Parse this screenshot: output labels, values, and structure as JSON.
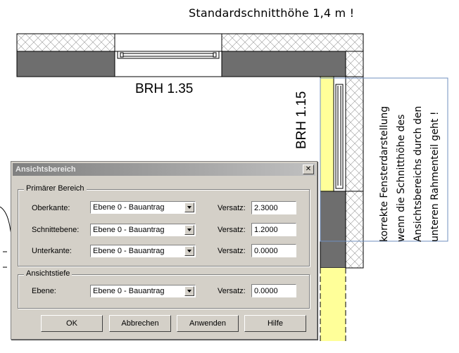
{
  "annotations": {
    "top_note": "Standardschnitthöhe 1,4 m !",
    "brh_horizontal": "BRH 1.35",
    "brh_vertical": "BRH 1.15",
    "side_note_lines": [
      "korrekte Fensterdarstellung",
      "wenn die Schnitthöhe des",
      "Ansichtsbereichs durch den",
      "unteren Rahmenteil geht !"
    ]
  },
  "colors": {
    "wall_dark": "#6e6e6e",
    "sill_yellow": "#ffff99",
    "highlight_box": "#6f8fbf",
    "dialog_bg": "#d4d0c8"
  },
  "dialog": {
    "title": "Ansichtsbereich",
    "close_icon": "close-icon",
    "primary_group": {
      "legend": "Primärer Bereich",
      "rows": [
        {
          "label": "Oberkante:",
          "level": "Ebene 0 - Bauantrag",
          "offset_label": "Versatz:",
          "offset": "2.3000"
        },
        {
          "label": "Schnittebene:",
          "level": "Ebene 0 - Bauantrag",
          "offset_label": "Versatz:",
          "offset": "1.2000"
        },
        {
          "label": "Unterkante:",
          "level": "Ebene 0 - Bauantrag",
          "offset_label": "Versatz:",
          "offset": "0.0000"
        }
      ]
    },
    "depth_group": {
      "legend": "Ansichtstiefe",
      "row": {
        "label": "Ebene:",
        "level": "Ebene 0 - Bauantrag",
        "offset_label": "Versatz:",
        "offset": "0.0000"
      }
    },
    "buttons": {
      "ok": "OK",
      "cancel": "Abbrechen",
      "apply": "Anwenden",
      "help": "Hilfe"
    }
  }
}
